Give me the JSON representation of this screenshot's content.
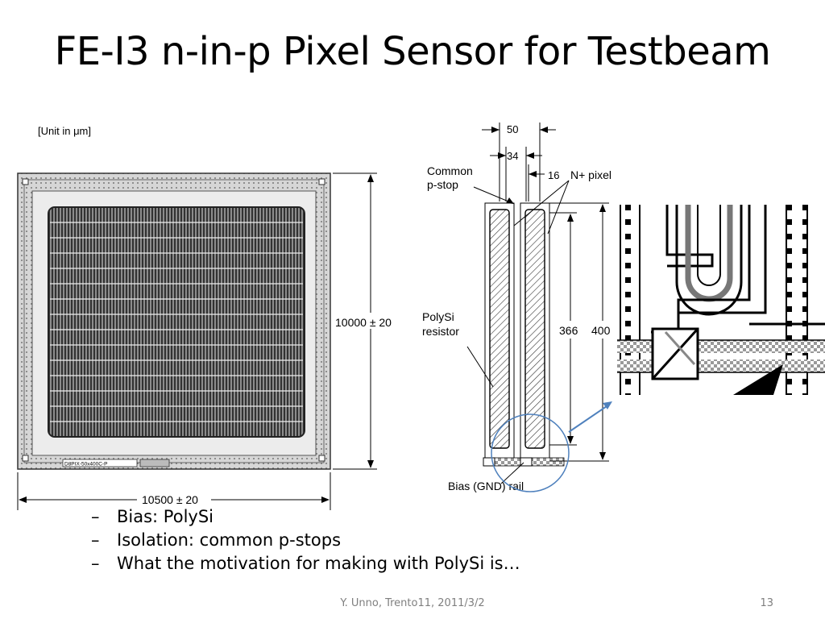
{
  "slide": {
    "title": "FE-I3 n-in-p Pixel Sensor for Testbeam",
    "bullets": [
      "Bias: PolySi",
      "Isolation: common p-stops",
      "What the motivation for making with PolySi is…"
    ],
    "footer": "Y. Unno, Trento11, 2011/3/2",
    "page_number": "13"
  },
  "sensor_drawing": {
    "unit_label": "[Unit in μm]",
    "height_dim": "10000 ± 20",
    "width_dim": "10500 ± 20",
    "chip_label": "D8PIX-50x400C-P"
  },
  "pixel_drawing": {
    "dim_50": "50",
    "dim_34": "34",
    "dim_16": "16",
    "npixel_label": "N+ pixel",
    "pstop_label_1": "Common",
    "pstop_label_2": "p-stop",
    "polysi_label_1": "PolySi",
    "polysi_label_2": "resistor",
    "dim_366": "366",
    "dim_400": "400",
    "bias_label": "Bias (GND) rail"
  },
  "colors": {
    "accent_blue": "#4f81bd",
    "footer_gray": "#7f7f7f"
  }
}
